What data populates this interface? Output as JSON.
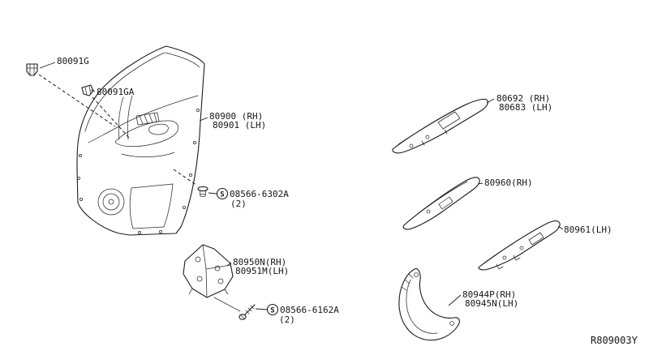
{
  "diagram_code": "R809003Y",
  "screw_symbol": "S",
  "colors": {
    "line": "#1d1d1d",
    "background": "#ffffff"
  },
  "parts": {
    "clip": {
      "label": "80091G"
    },
    "clip_a": {
      "label": "80091GA"
    },
    "door_finisher": {
      "rh": "80900 (RH)",
      "lh": "80901 (LH)"
    },
    "screw_6302": {
      "number": "08566-6302A",
      "qty": "(2)"
    },
    "bracket": {
      "rh": "80950N(RH)",
      "lh": "80951M(LH)"
    },
    "screw_6162": {
      "number": "08566-6162A",
      "qty": "(2)"
    },
    "upper_finisher": {
      "rh": "80692 (RH)",
      "lh": "80683 (LH)"
    },
    "switch_finisher_rh": {
      "label": "80960(RH)"
    },
    "switch_finisher_lh": {
      "label": "80961(LH)"
    },
    "pull_handle": {
      "rh": "80944P(RH)",
      "lh": "80945N(LH)"
    }
  }
}
